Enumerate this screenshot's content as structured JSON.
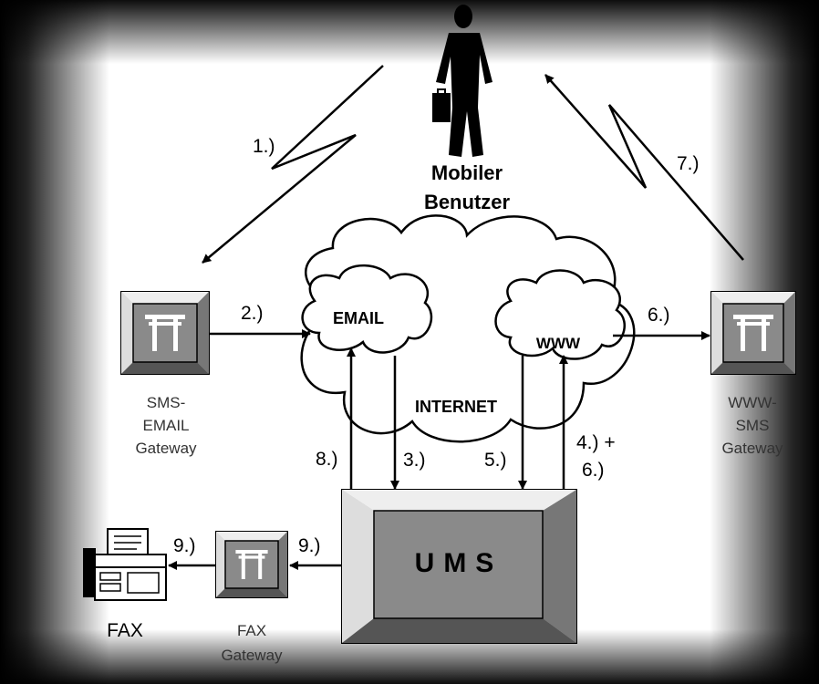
{
  "actor": {
    "line1": "Mobiler",
    "line2": "Benutzer"
  },
  "cloud": {
    "internet": "INTERNET",
    "email": "EMAIL",
    "www": "WWW"
  },
  "ums": {
    "label": "UMS"
  },
  "gateways": {
    "sms_email": {
      "line1": "SMS-",
      "line2": "EMAIL",
      "line3": "Gateway"
    },
    "www_sms": {
      "line1": "WWW-",
      "line2": "SMS",
      "line3": "Gateway"
    },
    "fax": {
      "line1": "FAX",
      "line2": "Gateway"
    }
  },
  "fax_machine": {
    "label": "FAX"
  },
  "steps": {
    "s1": "1.)",
    "s2": "2.)",
    "s3": "3.)",
    "s4a": "4.) +",
    "s4b": "6.)",
    "s5": "5.)",
    "s6": "6.)",
    "s7": "7.)",
    "s8": "8.)",
    "s9_left": "9.)",
    "s9_right": "9.)"
  },
  "icons": [
    "person-with-briefcase-icon",
    "torii-gate-icon",
    "fax-machine-icon",
    "cloud-icon"
  ]
}
